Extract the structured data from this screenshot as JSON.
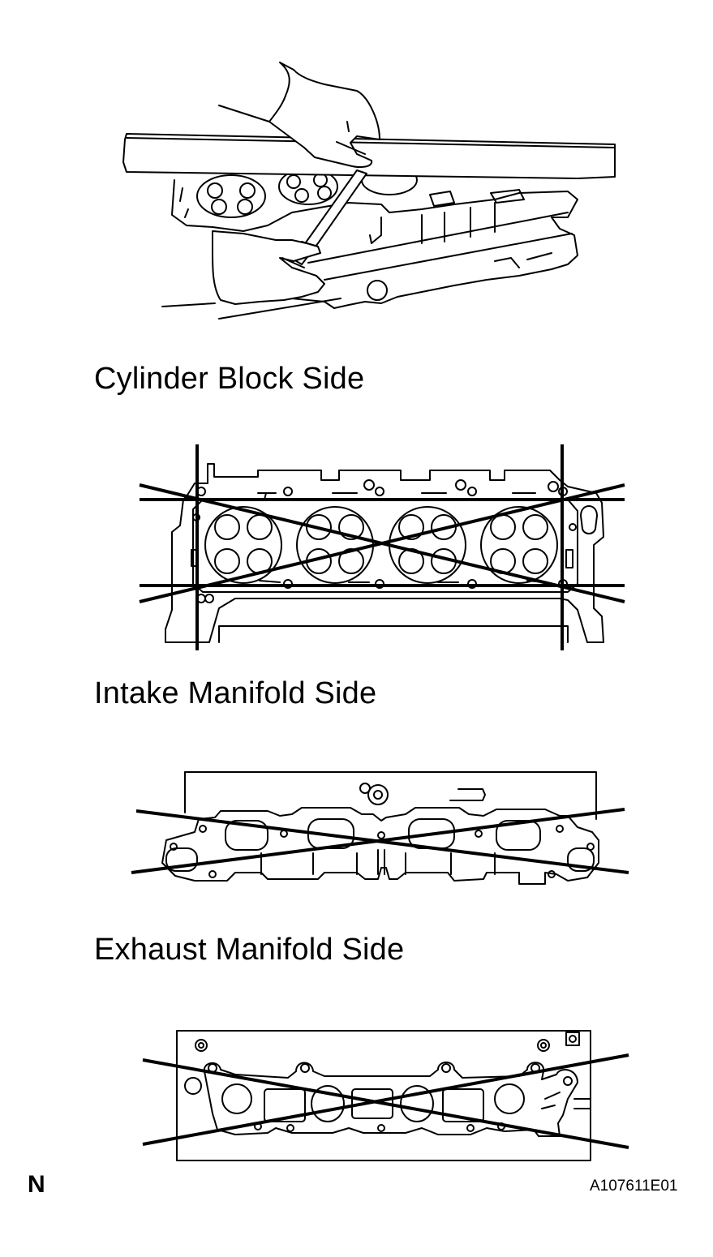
{
  "labels": {
    "cylinder_block_side": "Cylinder Block Side",
    "intake_manifold_side": "Intake Manifold Side",
    "exhaust_manifold_side": "Exhaust Manifold Side"
  },
  "footer": {
    "marker": "N",
    "figure_code": "A107611E01"
  }
}
